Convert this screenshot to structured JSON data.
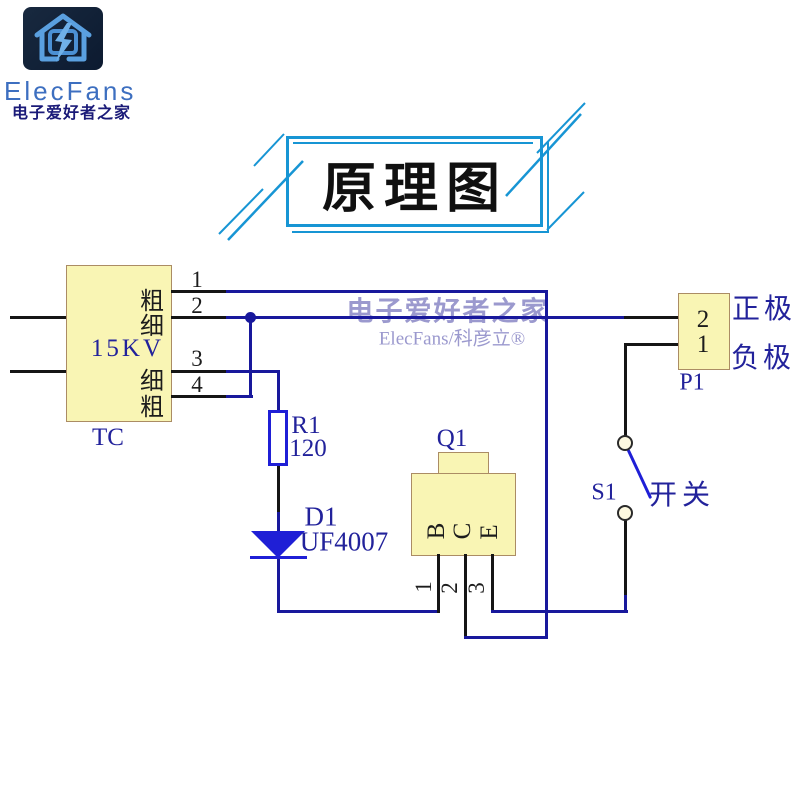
{
  "logo": {
    "brand": "ElecFans",
    "subtitle": "电子爱好者之家"
  },
  "title": {
    "text": "原理图"
  },
  "watermark": {
    "line1": "电子爱好者之家",
    "line2": "ElecFans/科彦立®"
  },
  "schematic": {
    "transformer": {
      "ref": "TC",
      "pins": [
        "1",
        "2",
        "3",
        "4"
      ],
      "rows": [
        "粗",
        "细",
        "15KV",
        "细",
        "粗"
      ]
    },
    "resistor": {
      "ref": "R1",
      "value": "120"
    },
    "diode": {
      "ref": "D1",
      "value": "UF4007"
    },
    "transistor": {
      "ref": "Q1",
      "terminals": [
        "B",
        "C",
        "E"
      ],
      "pins": [
        "1",
        "2",
        "3"
      ]
    },
    "connector": {
      "ref": "P1",
      "pins": [
        "2",
        "1"
      ],
      "positive_label": "正极",
      "negative_label": "负极"
    },
    "switch": {
      "ref": "S1",
      "label": "开关"
    }
  },
  "colors": {
    "wire_navy": "#18189c",
    "wire_black": "#151515",
    "component_fill": "#f9f5b4",
    "component_border": "#ab8c64",
    "bright_blue": "#1f1fd6",
    "label_blue": "#22229b",
    "title_frame_blue": "#1795d4",
    "watermark": "#9b99ce",
    "logo_bg": "#0c1a30",
    "logo_icon": "#5aa0e0"
  }
}
